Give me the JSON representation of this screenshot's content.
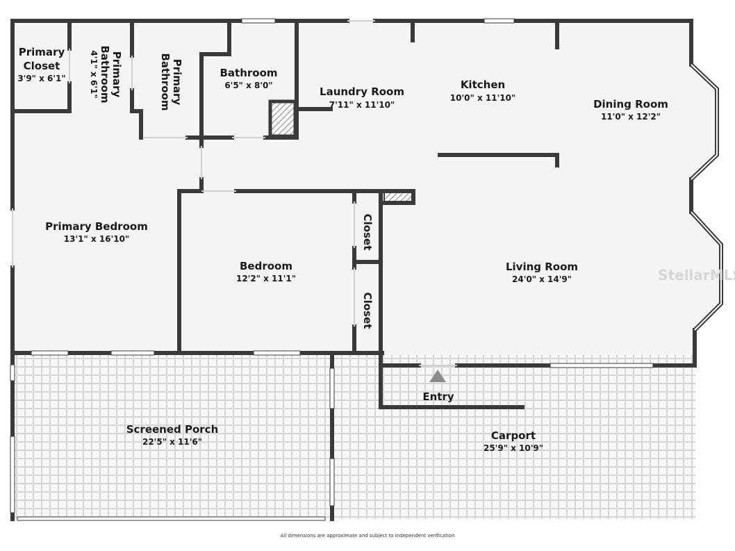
{
  "rooms": {
    "primary_closet": {
      "name_1": "Primary",
      "name_2": "Closet",
      "dims": "3'9\" x 6'1\""
    },
    "primary_bathroom_1": {
      "name_1": "Primary",
      "name_2": "Bathroom",
      "dims": "4'1\" x 6'1\""
    },
    "primary_bathroom_2": {
      "name_1": "Primary",
      "name_2": "Bathroom"
    },
    "bathroom": {
      "name": "Bathroom",
      "dims": "6'5\" x 8'0\""
    },
    "laundry_room": {
      "name": "Laundry Room",
      "dims": "7'11\" x 11'10\""
    },
    "kitchen": {
      "name": "Kitchen",
      "dims": "10'0\" x 11'10\""
    },
    "dining_room": {
      "name": "Dining Room",
      "dims": "11'0\" x 12'2\""
    },
    "primary_bedroom": {
      "name": "Primary Bedroom",
      "dims": "13'1\" x 16'10\""
    },
    "bedroom": {
      "name": "Bedroom",
      "dims": "12'2\" x 11'1\""
    },
    "closet_1": {
      "name": "Closet"
    },
    "closet_2": {
      "name": "Closet"
    },
    "living_room": {
      "name": "Living Room",
      "dims": "24'0\" x 14'9\""
    },
    "entry": {
      "name": "Entry"
    },
    "screened_porch": {
      "name": "Screened Porch",
      "dims": "22'5\" x 11'6\""
    },
    "carport": {
      "name": "Carport",
      "dims": "25'9\" x 10'9\""
    }
  },
  "watermark": "StellarMLS",
  "footer": "All dimensions are approximate and subject to independent verification",
  "colors": {
    "wall": "#3a3a3a",
    "floor": "#f4f4f4",
    "grid": "#d2d2d2"
  }
}
